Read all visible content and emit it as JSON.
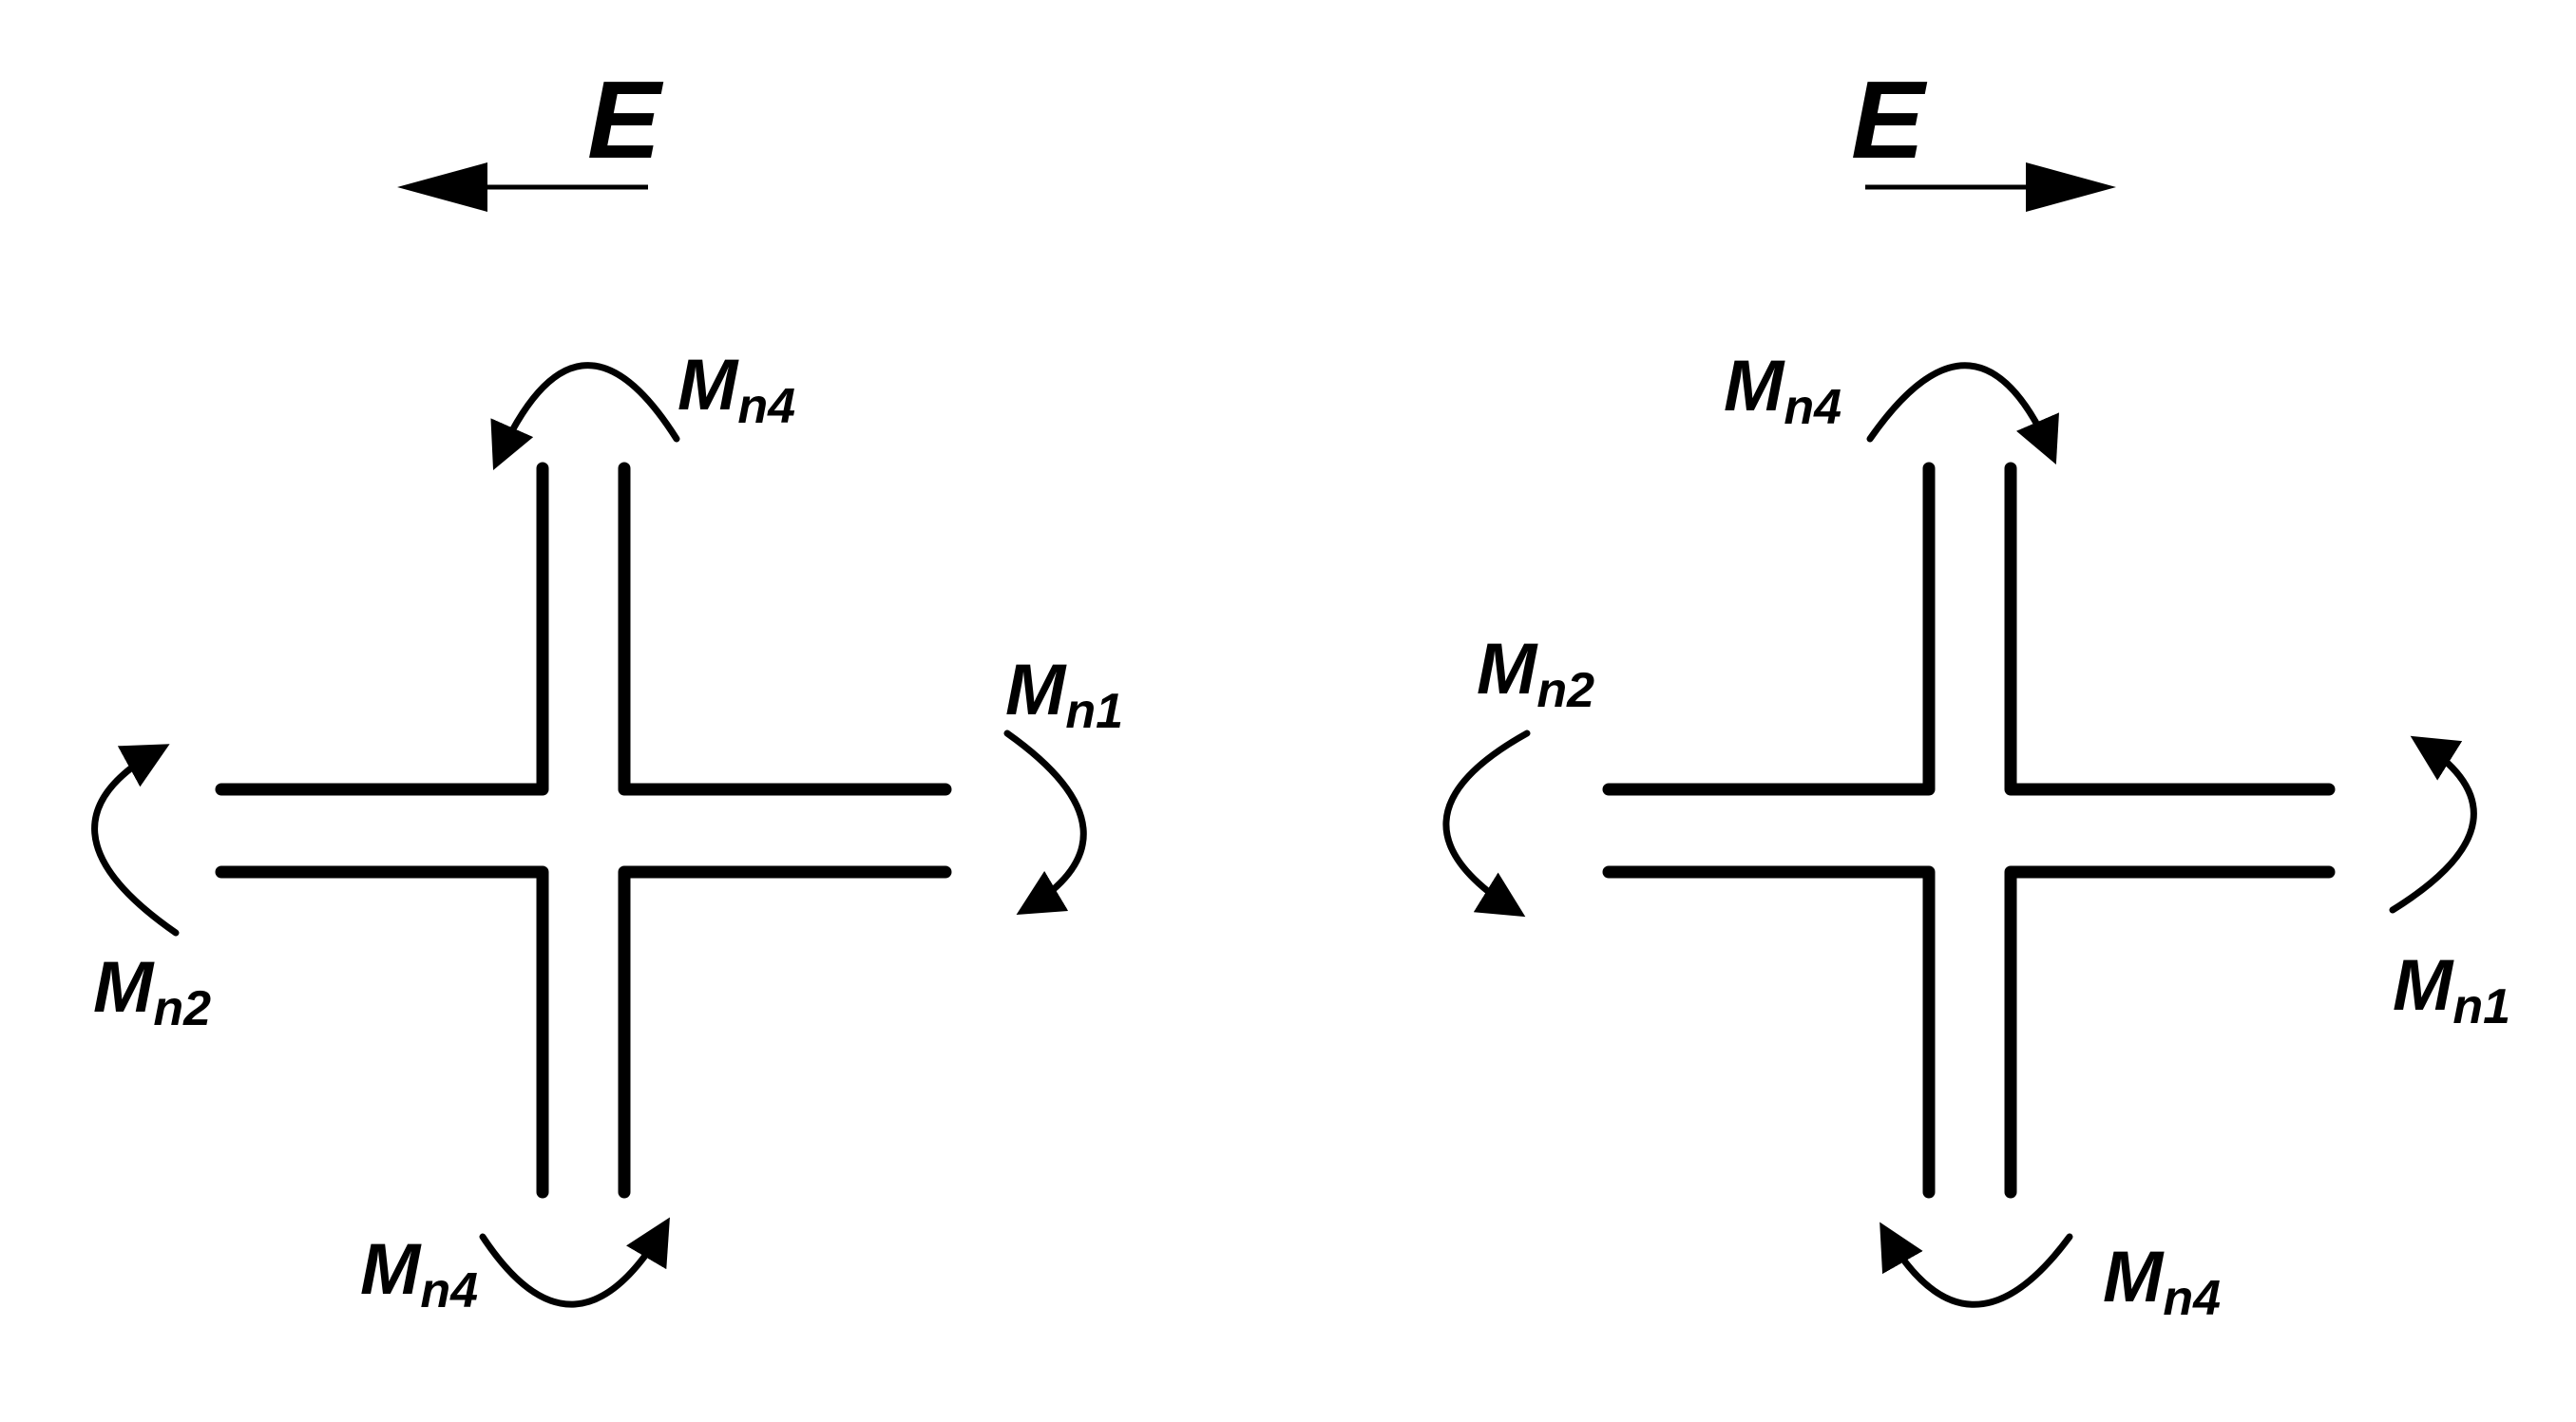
{
  "page": {
    "background": "#ffffff",
    "ink": "#000000",
    "description": "Beam-column joint moment diagrams for two lateral load directions"
  },
  "left_diagram": {
    "load": {
      "label": "E",
      "direction": "left"
    },
    "moments": {
      "top": {
        "main": "M",
        "sub": "n4",
        "rotation": "counterclockwise"
      },
      "right": {
        "main": "M",
        "sub": "n1",
        "rotation": "clockwise"
      },
      "left": {
        "main": "M",
        "sub": "n2",
        "rotation": "clockwise"
      },
      "bottom": {
        "main": "M",
        "sub": "n4",
        "rotation": "counterclockwise"
      }
    }
  },
  "right_diagram": {
    "load": {
      "label": "E",
      "direction": "right"
    },
    "moments": {
      "top": {
        "main": "M",
        "sub": "n4",
        "rotation": "clockwise"
      },
      "right": {
        "main": "M",
        "sub": "n1",
        "rotation": "counterclockwise"
      },
      "left": {
        "main": "M",
        "sub": "n2",
        "rotation": "counterclockwise"
      },
      "bottom": {
        "main": "M",
        "sub": "n4",
        "rotation": "clockwise"
      }
    }
  }
}
